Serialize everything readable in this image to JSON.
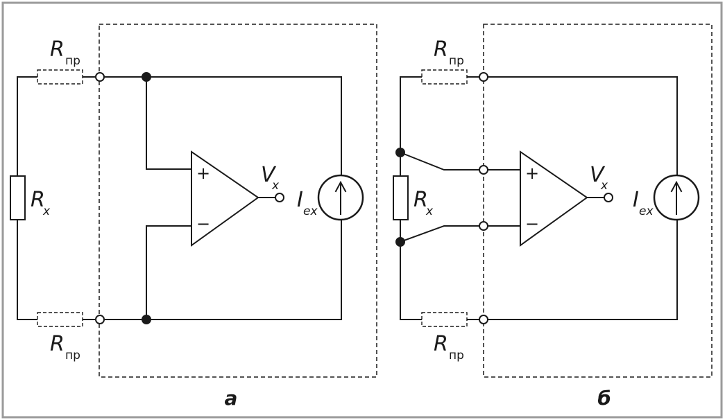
{
  "labels": {
    "r_wire": "R",
    "r_wire_sub": "пр",
    "r_x": "R",
    "r_x_sub": "x",
    "v_out": "V",
    "v_out_sub": "x",
    "i_src": "I",
    "i_src_sub": "ех",
    "plus": "+",
    "minus": "−"
  },
  "captions": {
    "a": "а",
    "b": "б"
  },
  "colors": {
    "frame": "#9a9a9a",
    "line": "#1a1a1a"
  }
}
